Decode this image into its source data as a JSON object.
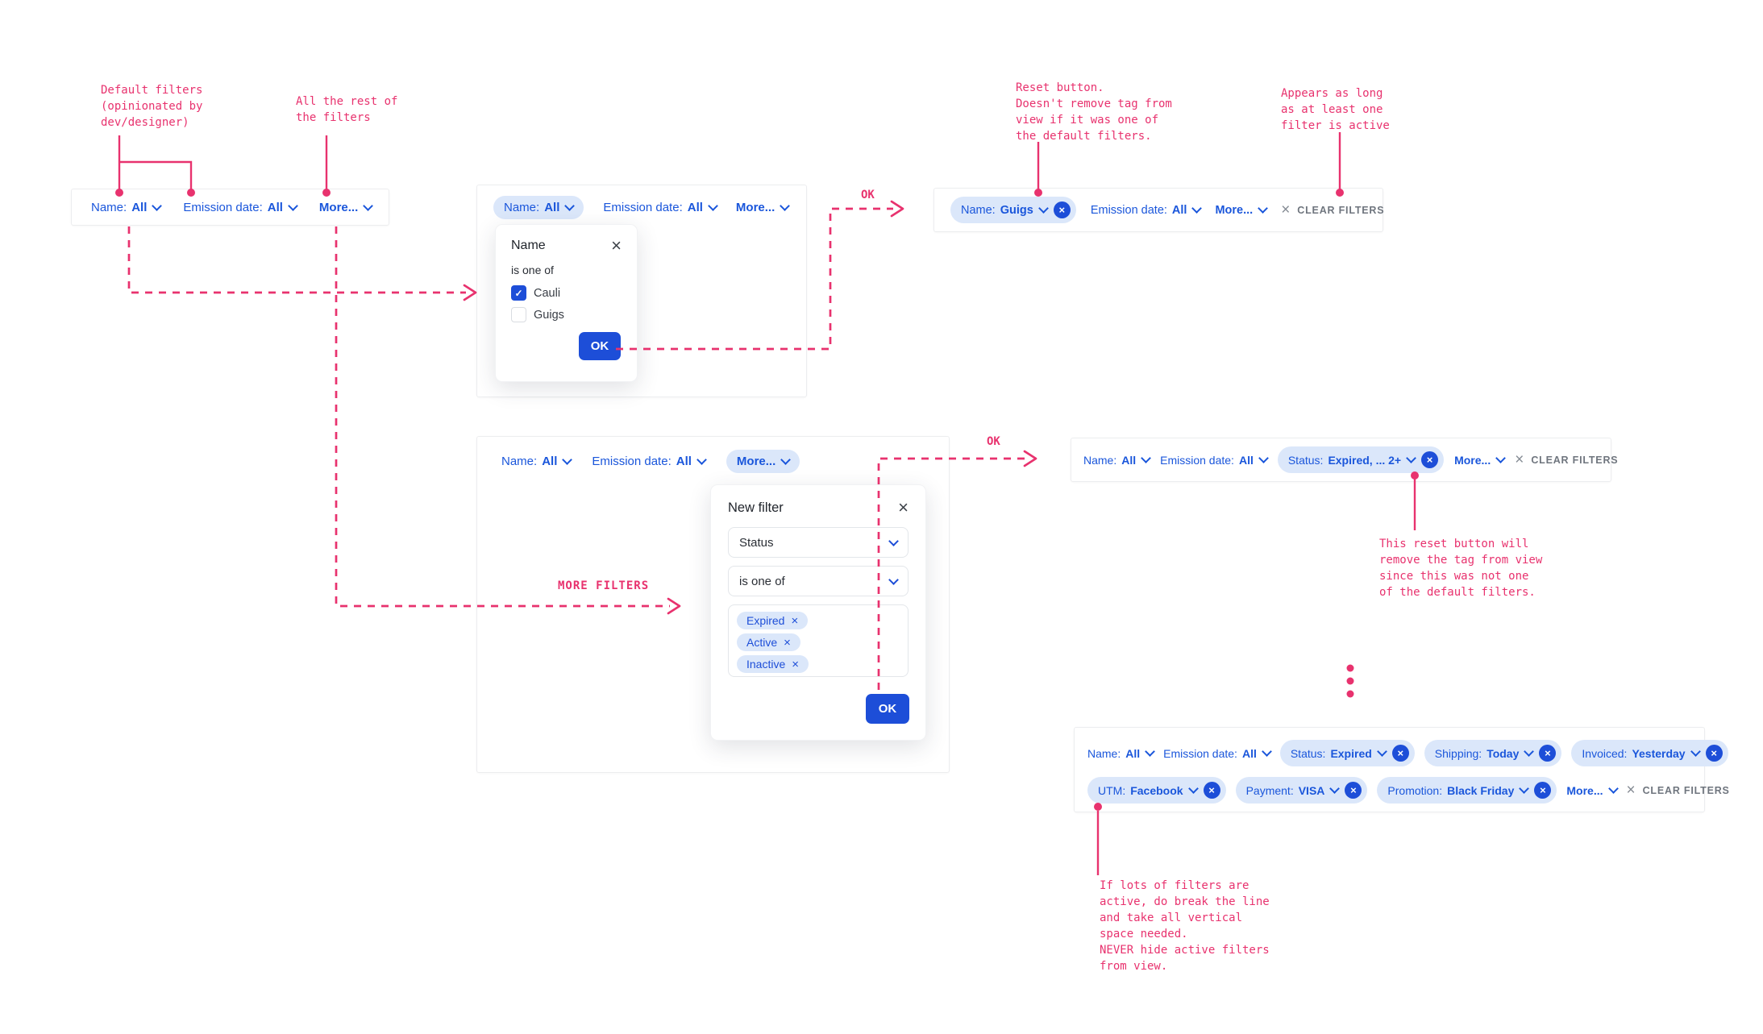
{
  "colors": {
    "annotation_pink": "#E8326E",
    "filter_blue": "#1A56DB",
    "button_blue": "#1D4ED8",
    "pill_background": "#DBE7FA",
    "clear_gray": "#6F757E",
    "panel_border": "#ECEDEF"
  },
  "icons": {
    "check": "✓",
    "close": "×",
    "remove": "×",
    "reset": "×",
    "clear": "×"
  },
  "annotations": {
    "default_filters": "Default filters\n(opinionated by\ndev/designer)",
    "rest_of_filters": "All the rest of\nthe filters",
    "reset_button": "Reset button.\nDoesn't remove tag from\nview if it was one of\nthe default filters.",
    "appears": "Appears as long\nas at least one\nfilter is active",
    "ok_top": "OK",
    "ok_middle": "OK",
    "more_filters": "MORE FILTERS",
    "reset_removes": "This reset button will\nremove the tag from view\nsince this was not one\nof the default filters.",
    "break_line": "If lots of filters are\nactive, do break the line\nand take all vertical\nspace needed.\nNEVER hide active filters\nfrom view."
  },
  "bar1": {
    "items": [
      {
        "label": "Name:",
        "value": "All"
      },
      {
        "label": "Emission date:",
        "value": "All"
      },
      {
        "value": "More..."
      }
    ]
  },
  "bar2": {
    "items": [
      {
        "label": "Name:",
        "value": "All"
      },
      {
        "label": "Emission date:",
        "value": "All"
      },
      {
        "value": "More..."
      }
    ]
  },
  "bar3": {
    "items": [
      {
        "label": "Name:",
        "value": "Guigs"
      },
      {
        "label": "Emission date:",
        "value": "All"
      },
      {
        "value": "More..."
      }
    ],
    "clear": "CLEAR FILTERS"
  },
  "bar4": {
    "items": [
      {
        "label": "Name:",
        "value": "All"
      },
      {
        "label": "Emission date:",
        "value": "All"
      },
      {
        "value": "More..."
      }
    ]
  },
  "bar5": {
    "items": [
      {
        "label": "Name:",
        "value": "All"
      },
      {
        "label": "Emission date:",
        "value": "All"
      },
      {
        "label": "Status:",
        "value": "Expired, ... 2+"
      },
      {
        "value": "More..."
      }
    ],
    "clear": "CLEAR FILTERS"
  },
  "bar6": {
    "row1": [
      {
        "label": "Name:",
        "value": "All"
      },
      {
        "label": "Emission date:",
        "value": "All"
      },
      {
        "label": "Status:",
        "value": "Expired"
      },
      {
        "label": "Shipping:",
        "value": "Today"
      },
      {
        "label": "Invoiced:",
        "value": "Yesterday"
      }
    ],
    "row2": [
      {
        "label": "UTM:",
        "value": "Facebook"
      },
      {
        "label": "Payment:",
        "value": "VISA"
      },
      {
        "label": "Promotion:",
        "value": "Black Friday"
      },
      {
        "value": "More..."
      }
    ],
    "clear": "CLEAR FILTERS"
  },
  "name_modal": {
    "title": "Name",
    "operator": "is one of",
    "options": [
      {
        "label": "Cauli",
        "checked": true
      },
      {
        "label": "Guigs",
        "checked": false
      }
    ],
    "ok": "OK"
  },
  "new_filter_modal": {
    "title": "New filter",
    "field": "Status",
    "operator": "is one of",
    "values": [
      "Expired",
      "Active",
      "Inactive"
    ],
    "ok": "OK"
  }
}
